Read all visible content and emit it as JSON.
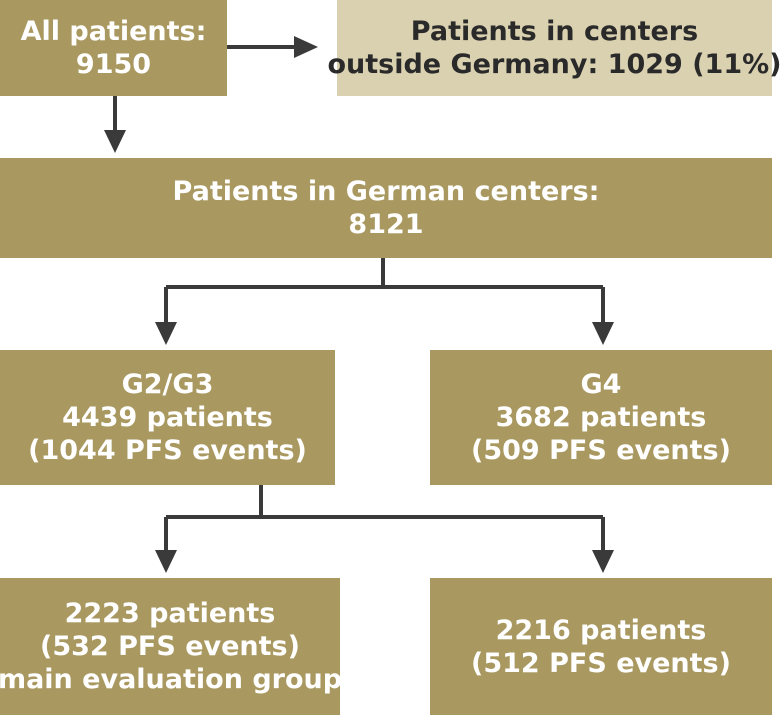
{
  "nodes": {
    "all_patients": {
      "line1": "All patients:",
      "line2": "9150"
    },
    "outside_germany": {
      "line1": "Patients in centers",
      "line2": "outside Germany: 1029 (11%)"
    },
    "german_centers": {
      "line1": "Patients in German centers:",
      "line2": "8121"
    },
    "g2g3": {
      "line1": "G2/G3",
      "line2": "4439 patients",
      "line3": "(1044 PFS events)"
    },
    "g4": {
      "line1": "G4",
      "line2": "3682 patients",
      "line3": "(509 PFS events)"
    },
    "main_group": {
      "line1": "2223 patients",
      "line2": "(532 PFS events)",
      "line3": "main evaluation group"
    },
    "other_group": {
      "line1": "2216 patients",
      "line2": "(512 PFS events)"
    }
  },
  "colors": {
    "box_fill": "#a99960",
    "box_fill_light": "#d9d1b0",
    "box_text": "#ffffff",
    "arrow": "#3a3a3a"
  }
}
